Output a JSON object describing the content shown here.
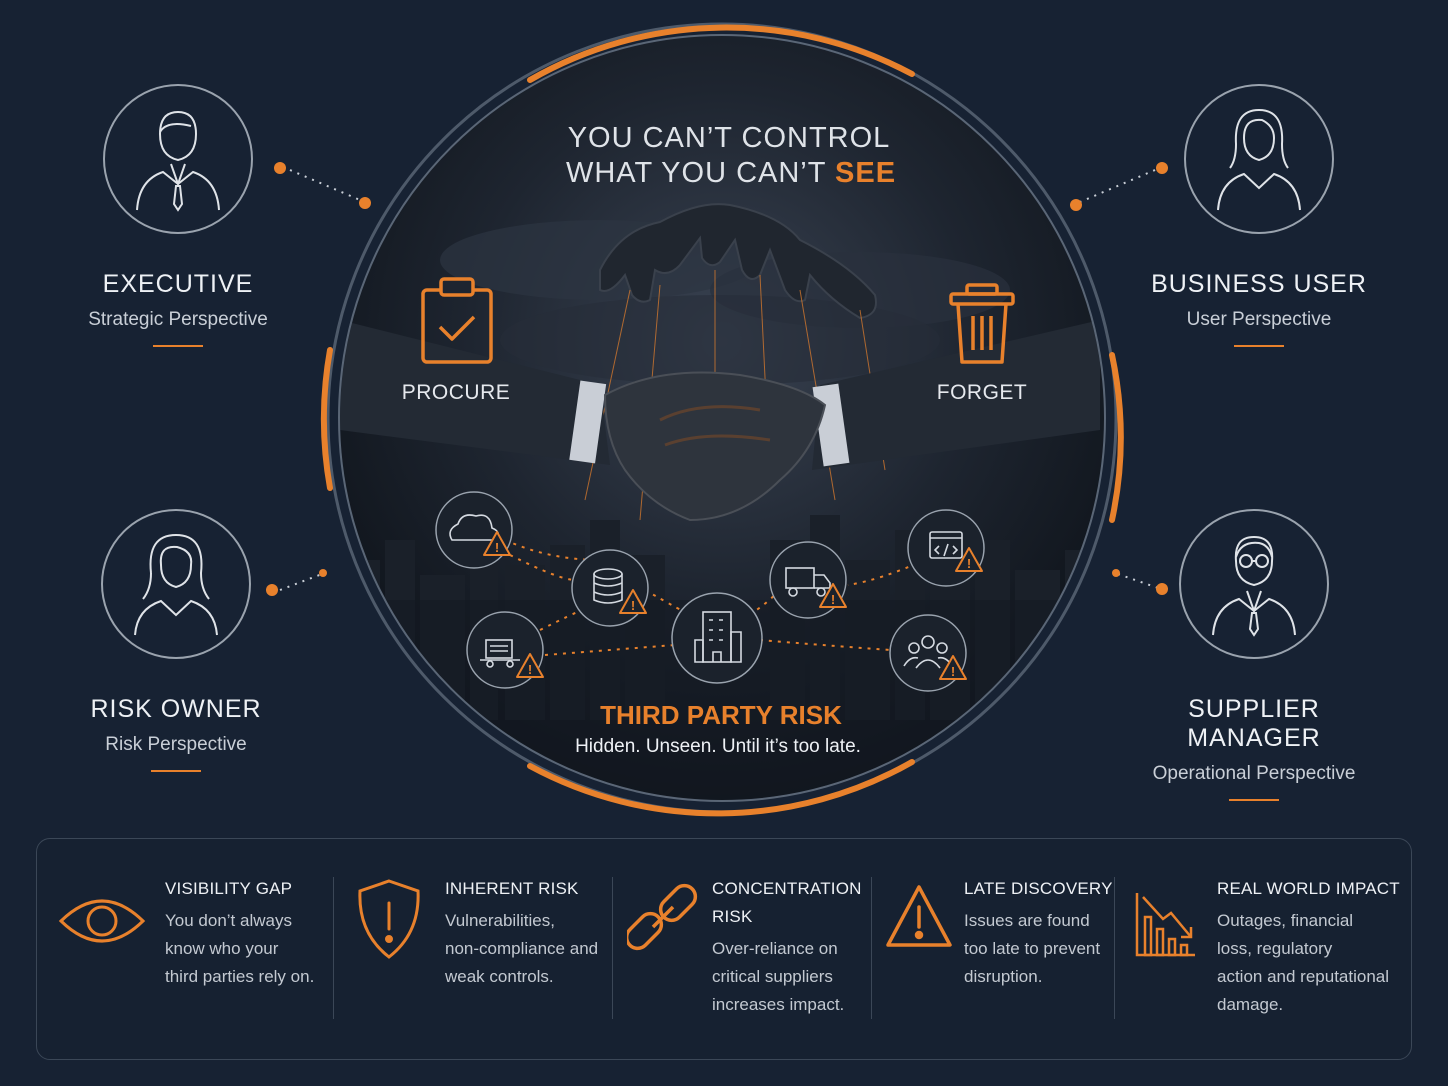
{
  "headline": {
    "line1": "YOU CAN’T CONTROL",
    "line2_prefix": "WHAT YOU CAN’T ",
    "line2_accent": "SEE"
  },
  "center_labels": {
    "left": "PROCURE",
    "right": "FORGET"
  },
  "risk": {
    "title": "THIRD PARTY RISK",
    "subtitle": "Hidden. Unseen. Until it’s too late."
  },
  "personas": [
    {
      "role": "EXECUTIVE",
      "perspective": "Strategic Perspective",
      "icon": "executive-man-icon"
    },
    {
      "role": "BUSINESS USER",
      "perspective": "User Perspective",
      "icon": "business-woman-icon"
    },
    {
      "role": "RISK OWNER",
      "perspective": "Risk Perspective",
      "icon": "risk-owner-woman-icon"
    },
    {
      "role": "SUPPLIER MANAGER",
      "perspective": "Operational Perspective",
      "icon": "supplier-manager-glasses-icon"
    }
  ],
  "network_nodes": [
    "cloud-icon",
    "database-icon",
    "code-window-icon",
    "delivery-truck-icon",
    "logistics-truck-icon",
    "building-icon",
    "people-group-icon",
    "warning-icon"
  ],
  "cards": [
    {
      "title": "VISIBILITY GAP",
      "lines": [
        "You don’t always",
        "know who your",
        "third parties rely on."
      ],
      "icon": "eye-icon"
    },
    {
      "title": "INHERENT RISK",
      "lines": [
        "Vulnerabilities,",
        "non-compliance and",
        "weak controls."
      ],
      "icon": "shield-alert-icon"
    },
    {
      "title_lines": [
        "CONCENTRATION",
        "RISK"
      ],
      "lines": [
        "Over-reliance on",
        "critical suppliers",
        "increases impact."
      ],
      "icon": "chain-link-icon"
    },
    {
      "title": "LATE DISCOVERY",
      "lines": [
        "Issues are found",
        "too late to prevent",
        "disruption."
      ],
      "icon": "warning-triangle-icon"
    },
    {
      "title": "REAL WORLD IMPACT",
      "lines": [
        "Outages, financial",
        "loss, regulatory",
        "action and reputational",
        "damage."
      ],
      "icon": "declining-chart-icon"
    }
  ],
  "colors": {
    "accent": "#e8812c",
    "background": "#172233",
    "text": "#eef1f5",
    "muted": "#c3c9d1"
  }
}
